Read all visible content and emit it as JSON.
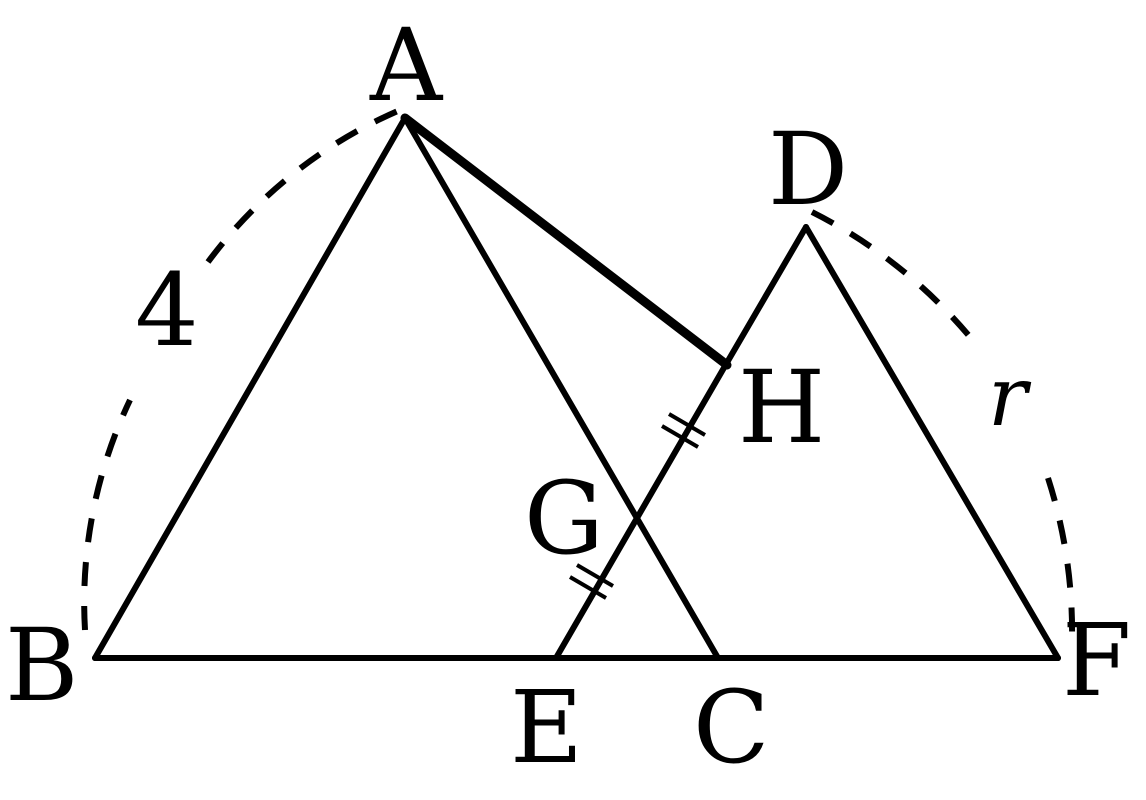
{
  "points": {
    "A": "A",
    "B": "B",
    "C": "C",
    "D": "D",
    "E": "E",
    "F": "F",
    "G": "G",
    "H": "H"
  },
  "measures": {
    "radius_AB": "4",
    "radius_DF": "r"
  },
  "marks": {
    "equal_segments": [
      "EG",
      "GH"
    ]
  },
  "colors": {
    "ink": "#000000",
    "background": "#ffffff"
  }
}
